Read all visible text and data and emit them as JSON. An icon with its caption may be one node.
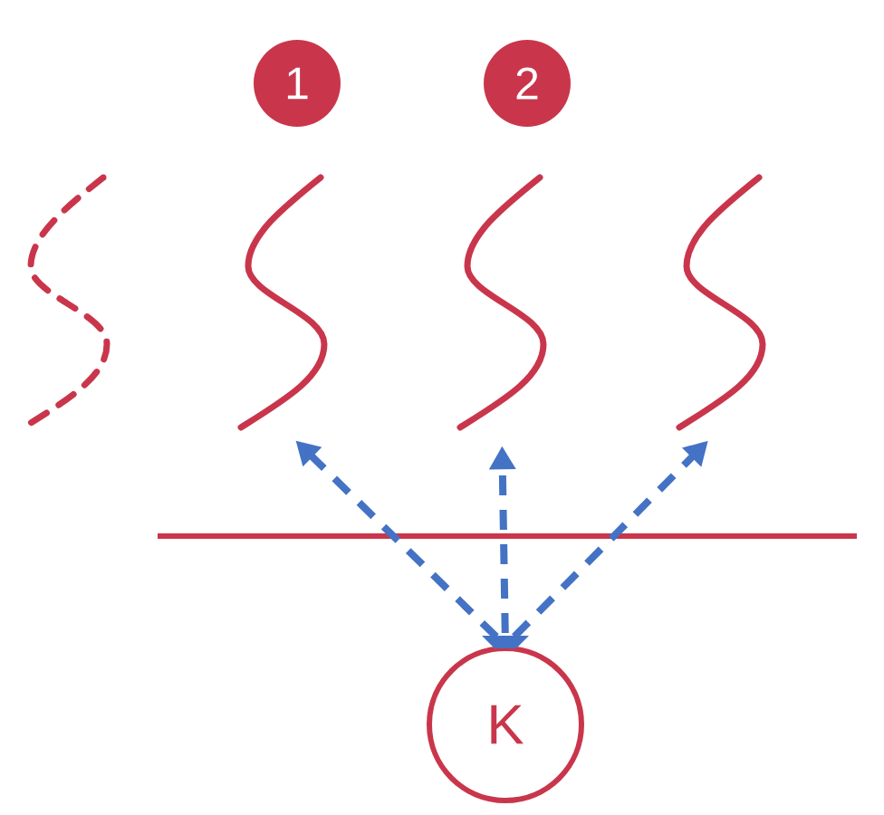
{
  "diagram": {
    "nodes": [
      {
        "text": [
          "1"
        ]
      },
      {
        "text": [
          "2"
        ]
      },
      {
        "text": [],
        "shape": "curve"
      },
      {
        "text": [],
        "shape": "curve"
      },
      {
        "text": [],
        "shape": "curve"
      },
      {
        "text": [],
        "shape": "curve"
      },
      {
        "text": [
          "K"
        ]
      }
    ],
    "edges": [
      {
        "from": 6,
        "to": 3,
        "arrow": "to",
        "style": "dashed"
      },
      {
        "from": 6,
        "to": 4,
        "arrow": "to",
        "style": "dashed"
      },
      {
        "from": 6,
        "to": 5,
        "arrow": "to",
        "style": "dashed"
      }
    ]
  }
}
